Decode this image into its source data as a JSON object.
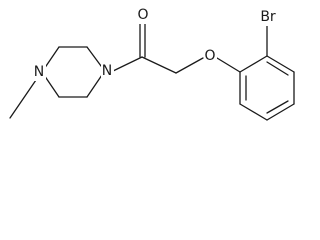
{
  "structure": {
    "atoms": {
      "bromine": "Br",
      "carbonyl_oxygen": "O",
      "ether_oxygen": "O",
      "amide_nitrogen": "N",
      "methyl_nitrogen": "N"
    }
  }
}
